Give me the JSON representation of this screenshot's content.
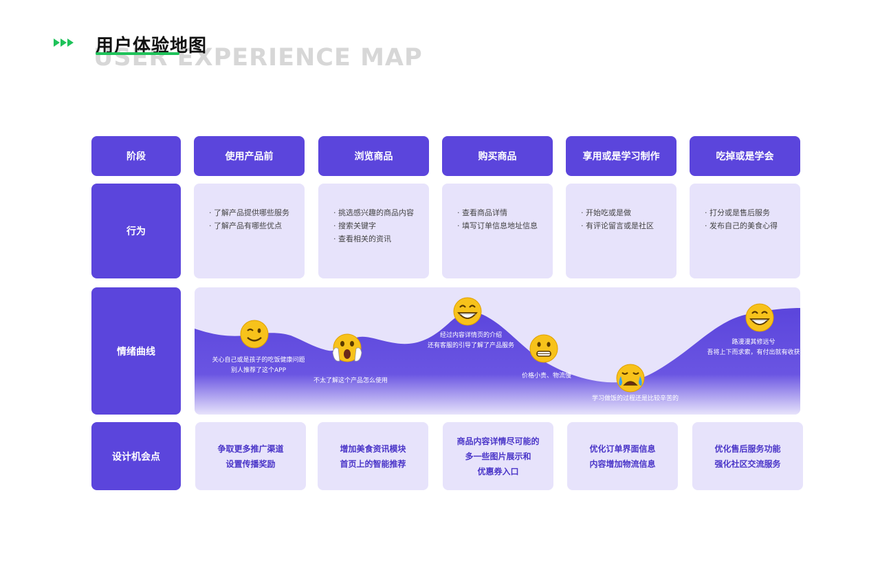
{
  "header": {
    "title": "用户体验地图",
    "subtitle": "USER EXPERIENCE MAP"
  },
  "rows": {
    "stage_label": "阶段",
    "behavior_label": "行为",
    "emotion_label": "情绪曲线",
    "opportunity_label": "设计机会点"
  },
  "stages": [
    "使用产品前",
    "浏览商品",
    "购买商品",
    "享用或是学习制作",
    "吃掉或是学会"
  ],
  "behaviors": [
    [
      "· 了解产品提供哪些服务",
      "· 了解产品有哪些优点"
    ],
    [
      "· 挑选感兴趣的商品内容",
      "· 搜索关键字",
      "· 查看相关的资讯"
    ],
    [
      "· 查看商品详情",
      "· 填写订单信息地址信息"
    ],
    [
      "· 开始吃或是做",
      "· 有评论留言或是社区"
    ],
    [
      "· 打分或是售后服务",
      "· 发布自己的美食心得"
    ]
  ],
  "emotions": [
    {
      "lines": [
        "关心自己或是孩子的吃饭健康问题",
        "别人推荐了这个APP"
      ],
      "face": "wink"
    },
    {
      "lines": [
        "不太了解这个产品怎么使用"
      ],
      "face": "shock"
    },
    {
      "lines": [
        "经过内容详情页的介绍",
        "还有客服的引导了解了产品服务"
      ],
      "face": "grin"
    },
    {
      "lines": [
        "价格小贵、物流慢"
      ],
      "face": "grimace"
    },
    {
      "lines": [
        "学习做饭的过程还是比较辛苦的"
      ],
      "face": "cry"
    },
    {
      "lines": [
        "路漫漫其修远兮",
        "吾将上下而求索，有付出就有收获"
      ],
      "face": "grin"
    }
  ],
  "opportunities": [
    [
      "争取更多推广渠道",
      "设置传播奖励"
    ],
    [
      "增加美食资讯模块",
      "首页上的智能推荐"
    ],
    [
      "商品内容详情尽可能的",
      "多一些图片展示和",
      "优惠券入口"
    ],
    [
      "优化订单界面信息",
      "内容增加物流信息"
    ],
    [
      "优化售后服务功能",
      "强化社区交流服务"
    ]
  ],
  "colors": {
    "primary": "#5b45dc",
    "card": "#e7e3fb",
    "accent": "#1fc25a",
    "emoji": "#f7c21b"
  }
}
